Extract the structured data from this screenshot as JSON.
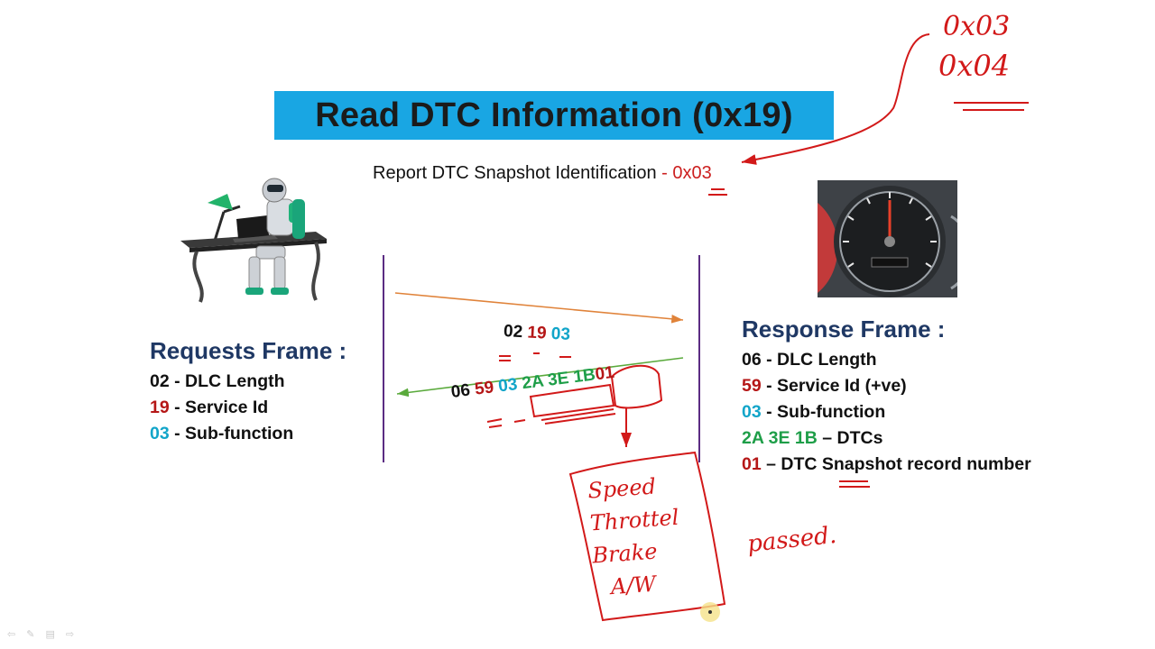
{
  "slide": {
    "title": "Read DTC Information (0x19)",
    "subtitle": {
      "prefix": "Report DTC Snapshot Identification ",
      "code": "- 0x03"
    }
  },
  "request_frame": {
    "heading": "Requests Frame :",
    "lines": [
      {
        "code": "02",
        "text": " - DLC Length"
      },
      {
        "code": "19",
        "text": " - Service Id"
      },
      {
        "code": "03",
        "text": " - Sub-function"
      }
    ]
  },
  "response_frame": {
    "heading": "Response Frame :",
    "lines": [
      {
        "code": "06",
        "text": " - DLC Length"
      },
      {
        "code": "59",
        "text": " - Service Id (+ve)"
      },
      {
        "code": "03",
        "text": " - Sub-function"
      },
      {
        "code": "2A 3E 1B",
        "text": " – DTCs"
      },
      {
        "code": "01",
        "text": " – DTC Snapshot record number"
      }
    ]
  },
  "request_message": {
    "b1": "02",
    "b2": "19",
    "b3": "03"
  },
  "response_message": {
    "b1": "06",
    "b2": "59",
    "b3": "03",
    "b4": "2A 3E 1B",
    "b5": "01"
  },
  "annotations": {
    "top_right_1": "0x03",
    "top_right_2": "0x04",
    "box_lines": [
      "Speed",
      "Throttel",
      "Brake",
      "A/W"
    ],
    "side_note": "passed."
  },
  "colors": {
    "banner": "#19a6e3",
    "heading": "#1f3864",
    "service": "#b51717",
    "subfunction": "#12a5c9",
    "dtc": "#1e9e48",
    "ink": "#d21919",
    "request_arrow": "#e0833a",
    "response_arrow": "#5aaa3c",
    "lifeline": "#5b2c83"
  },
  "icons": {
    "tester": "robot-at-desk-icon",
    "ecu": "speedometer-icon"
  }
}
